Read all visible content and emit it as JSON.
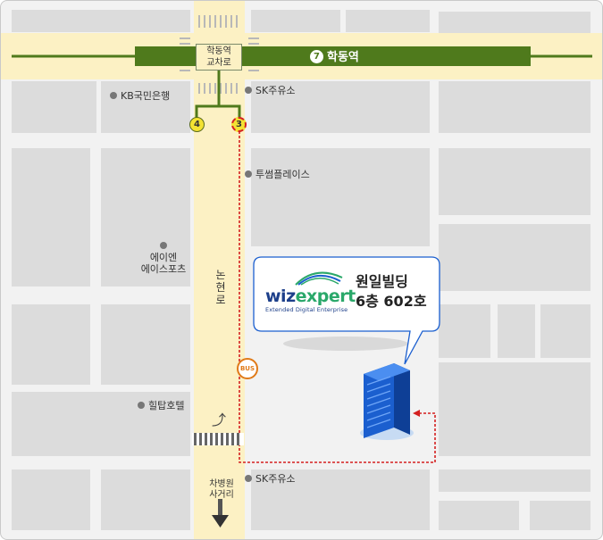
{
  "station": {
    "name": "학동역",
    "line_number": "7",
    "intersection_line1": "학동역",
    "intersection_line2": "교차로"
  },
  "exits": {
    "exit_4": "4",
    "exit_3": "3"
  },
  "road": {
    "name": "논현로"
  },
  "destination": {
    "line1": "차병원",
    "line2": "사거리"
  },
  "bus_label": "BUS",
  "uturn_symbol": "⤴",
  "landmarks": [
    {
      "name": "KB국민은행"
    },
    {
      "name": "SK주유소"
    },
    {
      "name": "투썸플레이스"
    },
    {
      "name": "에이엔"
    },
    {
      "name": "에이스포츠"
    },
    {
      "name": "힐탑호텔"
    },
    {
      "name": "SK주유소"
    }
  ],
  "callout": {
    "brand_prefix": "wiz",
    "brand_suffix": "expert",
    "brand_tagline": "Extended Digital Enterprise",
    "building": "원일빌딩",
    "floor": "6층 602호"
  },
  "colors": {
    "road": "#fcf1c4",
    "block": "#dcdcdc",
    "subway_line": "#4f7a1c",
    "route": "#d42020",
    "bus_ring": "#e07a18",
    "exit_badge": "#f3e233",
    "building": "#1b5fcf"
  },
  "icons": [
    "building-icon",
    "bus-stop-icon",
    "u-turn-icon",
    "down-arrow-icon",
    "crosswalk-icon",
    "subway-line-badge"
  ]
}
